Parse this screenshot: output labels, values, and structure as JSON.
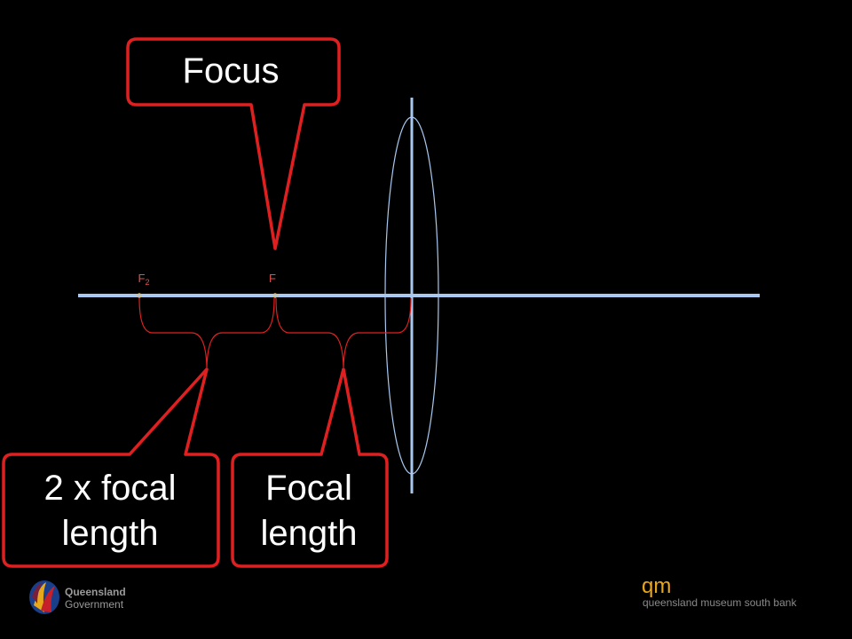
{
  "callouts": {
    "focus": "Focus",
    "two_focal_line1": "2 x focal",
    "two_focal_line2": "length",
    "focal_line1": "Focal",
    "focal_line2": "length"
  },
  "labels": {
    "f2_main": "F",
    "f2_sub": "2",
    "f": "F"
  },
  "logos": {
    "qld_line1": "Queensland",
    "qld_line2": "Government",
    "qm_mark": "qm",
    "qm_text": "queensland museum south bank"
  },
  "colors": {
    "background": "#000000",
    "axis": "#a8c8f0",
    "callout_border": "#e02020",
    "brace": "#e02020",
    "qm_accent": "#e8a81c"
  }
}
